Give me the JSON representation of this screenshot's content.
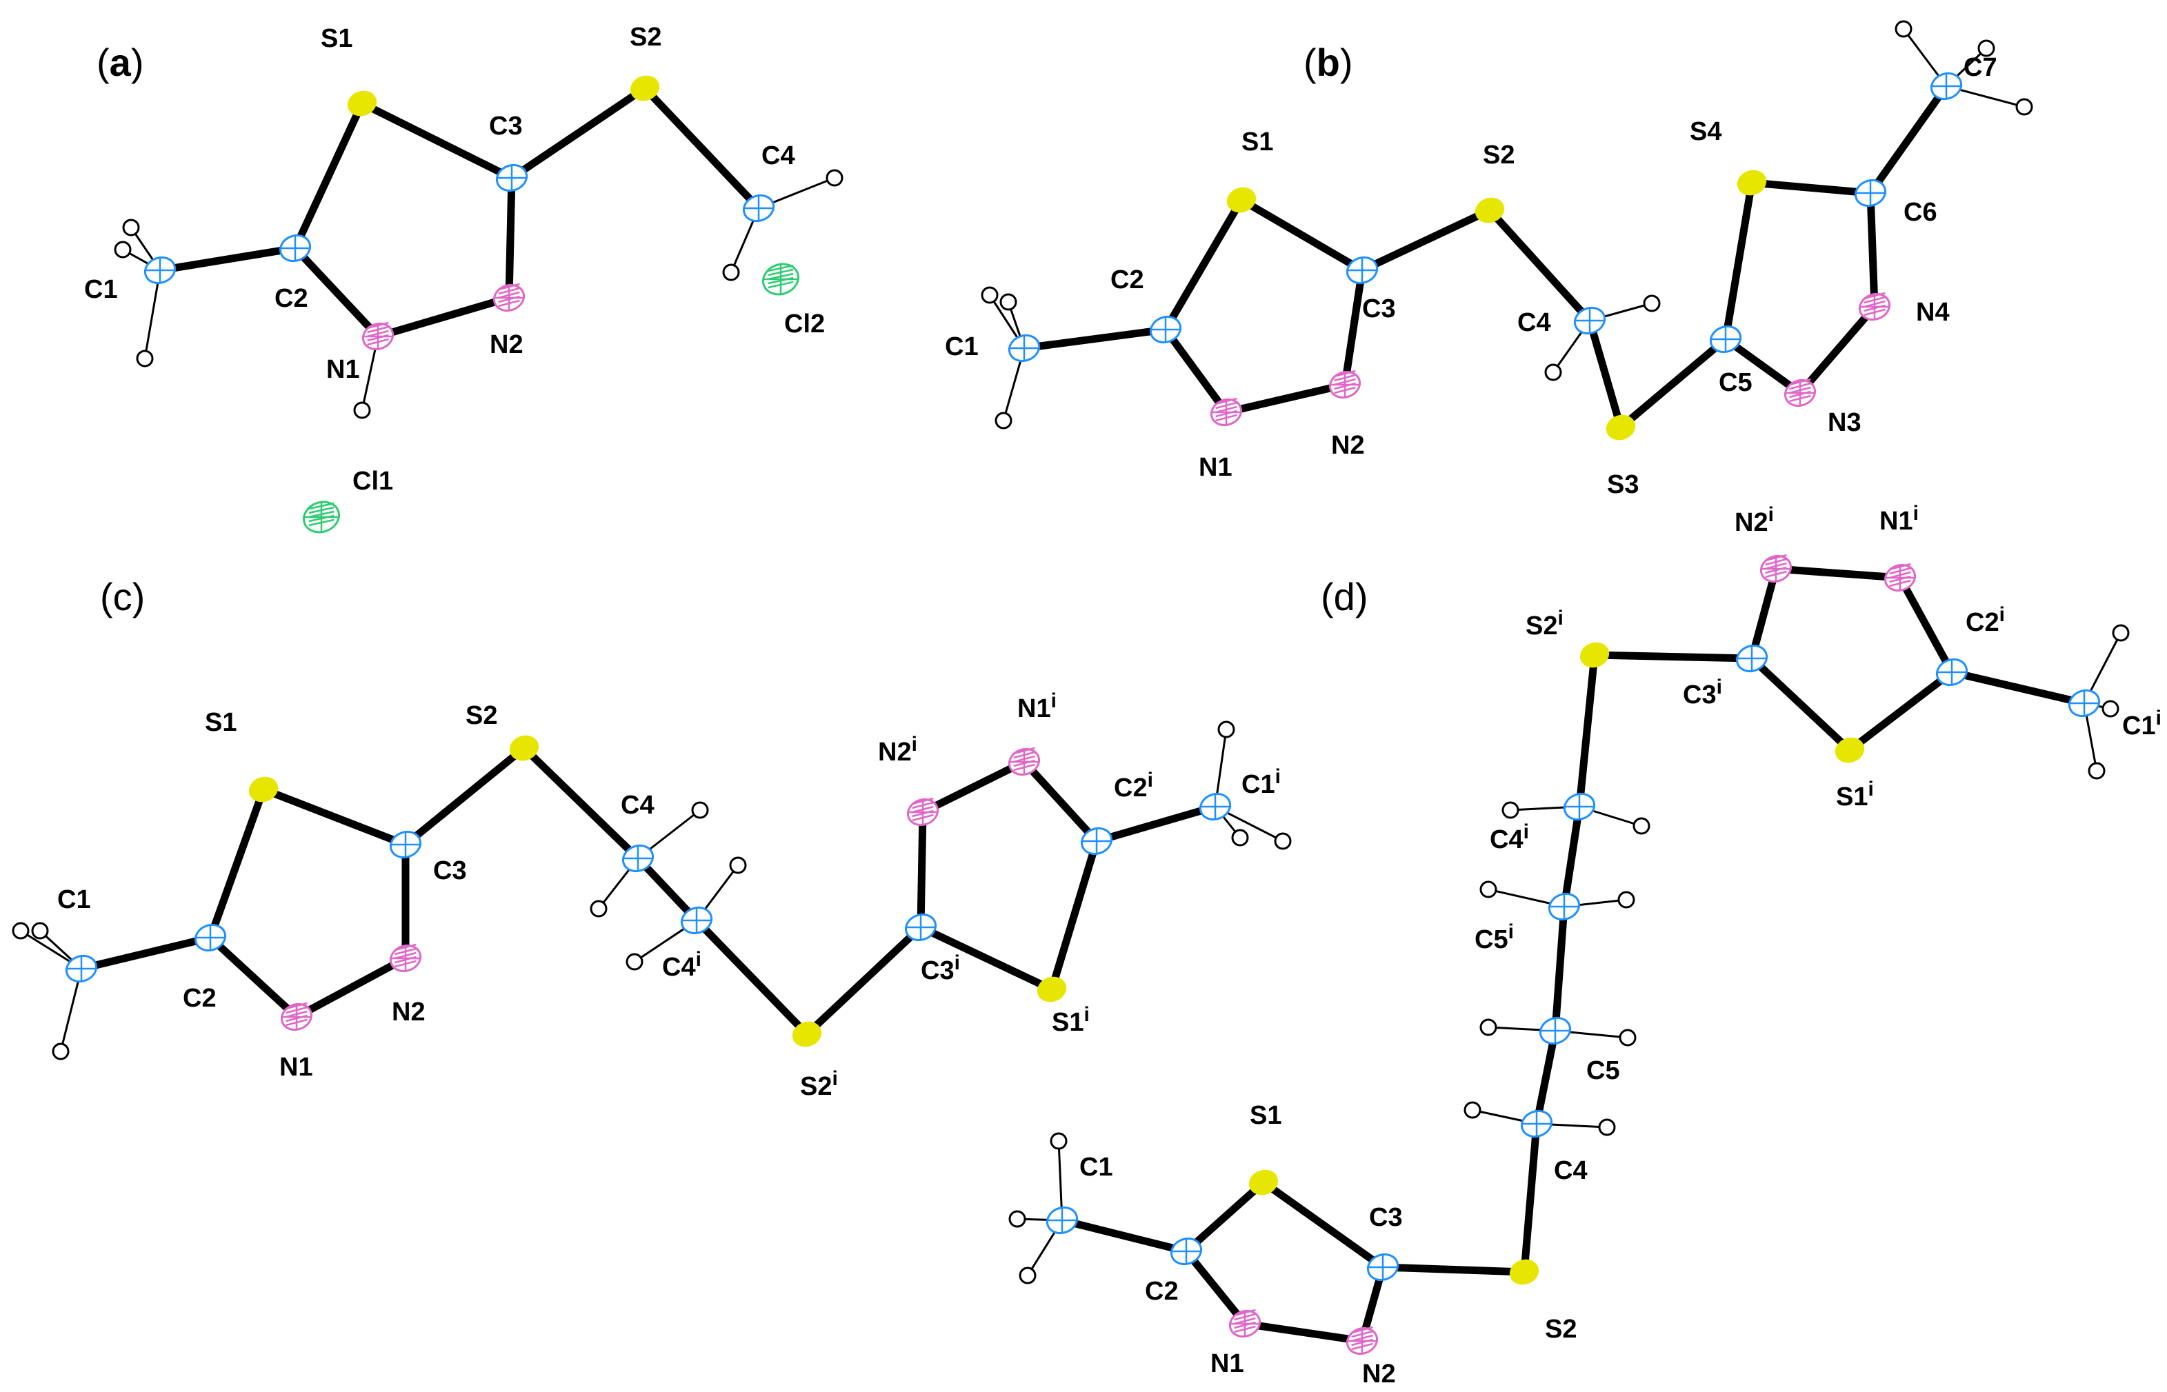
{
  "colors": {
    "sulfur": "#e6e600",
    "carbon": "#1e90ff",
    "nitrogen": "#e066c8",
    "chlorine": "#2ecc71",
    "hydrogen": "#ffffff",
    "bond": "#000000"
  },
  "panels": {
    "a": {
      "label_open": "(",
      "label_letter": "a",
      "label_close": ")"
    },
    "b": {
      "label_open": "(",
      "label_letter": "b",
      "label_close": ")"
    },
    "c": {
      "label_open": "(",
      "label_letter": "c",
      "label_close": ")"
    },
    "d": {
      "label_open": "(",
      "label_letter": "d",
      "label_close": ")"
    }
  },
  "atom_labels": {
    "a": [
      "S1",
      "S2",
      "C3",
      "C4",
      "C1",
      "C2",
      "N1",
      "N2",
      "Cl2",
      "Cl1"
    ],
    "b": [
      "S1",
      "S2",
      "S4",
      "C7",
      "C6",
      "C2",
      "C3",
      "C4",
      "N4",
      "C1",
      "C5",
      "N1",
      "N2",
      "N3",
      "S3"
    ],
    "c": [
      "S1",
      "S2",
      "C1",
      "C3",
      "C4",
      "C2",
      "N1",
      "N2",
      "N2i",
      "N1i",
      "C2i",
      "C1i",
      "C4i",
      "C3i",
      "S1i",
      "S2i"
    ],
    "d": [
      "S2i",
      "C3i",
      "N2i",
      "N1i",
      "C2i",
      "C1i",
      "S1i",
      "C4i",
      "C5i",
      "C5",
      "C4",
      "S1",
      "C1",
      "C2",
      "C3",
      "S2",
      "N1",
      "N2"
    ]
  },
  "label_texts": {
    "S1": "S1",
    "S2": "S2",
    "S3": "S3",
    "S4": "S4",
    "C1": "C1",
    "C2": "C2",
    "C3": "C3",
    "C4": "C4",
    "C5": "C5",
    "C6": "C6",
    "C7": "C7",
    "N1": "N1",
    "N2": "N2",
    "N3": "N3",
    "N4": "N4",
    "Cl1": "Cl1",
    "Cl2": "Cl2",
    "sym": "i"
  }
}
